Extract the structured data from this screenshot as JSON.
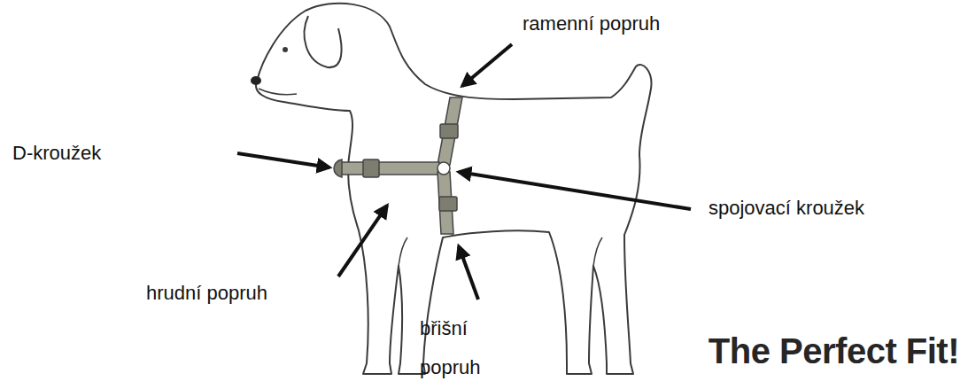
{
  "diagram": {
    "labels": [
      "ramenní popruh",
      "D-kroužek",
      "spojovací kroužek",
      "hrudní popruh",
      "břišní popruh",
      "The Perfect Fit!"
    ]
  }
}
